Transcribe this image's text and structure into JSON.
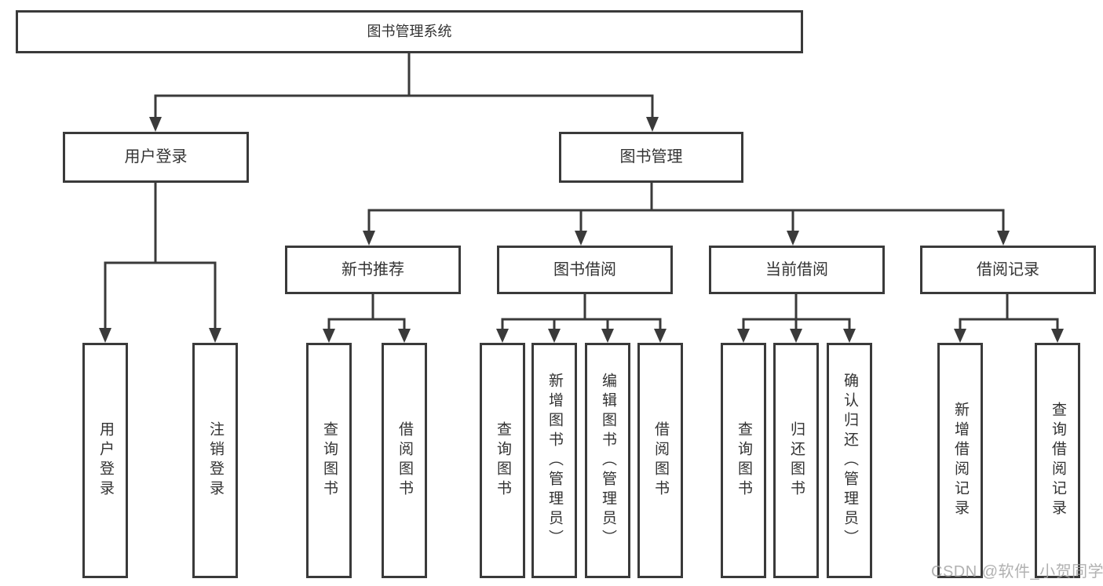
{
  "tree": {
    "label": "图书管理系统",
    "children": [
      {
        "label": "用户登录",
        "children": [
          {
            "label": "用户登录"
          },
          {
            "label": "注销登录"
          }
        ]
      },
      {
        "label": "图书管理",
        "children": [
          {
            "label": "新书推荐",
            "children": [
              {
                "label": "查询图书"
              },
              {
                "label": "借阅图书"
              }
            ]
          },
          {
            "label": "图书借阅",
            "children": [
              {
                "label": "查询图书"
              },
              {
                "label": "新增图书（管理员）"
              },
              {
                "label": "编辑图书（管理员）"
              },
              {
                "label": "借阅图书"
              }
            ]
          },
          {
            "label": "当前借阅",
            "children": [
              {
                "label": "查询图书"
              },
              {
                "label": "归还图书"
              },
              {
                "label": "确认归还（管理员）"
              }
            ]
          },
          {
            "label": "借阅记录",
            "children": [
              {
                "label": "新增借阅记录"
              },
              {
                "label": "查询借阅记录"
              }
            ]
          }
        ]
      }
    ]
  },
  "watermark": "CSDN @软件_小贺同学",
  "colors": {
    "line": "#3a3a3a",
    "text": "#333333",
    "watermark": "#a3a3a3",
    "background": "#ffffff"
  }
}
